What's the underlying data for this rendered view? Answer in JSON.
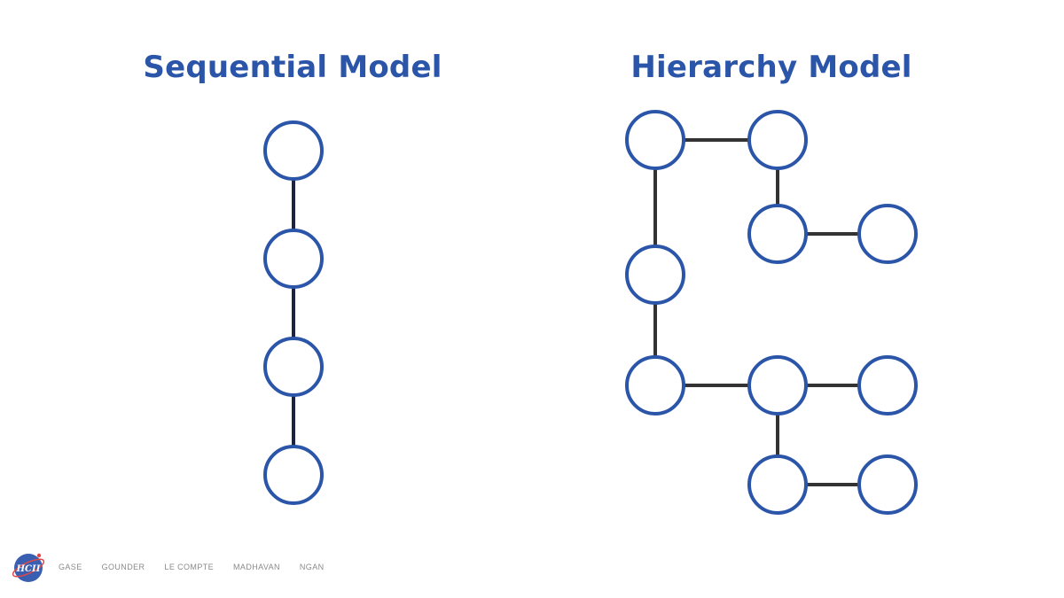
{
  "titles": {
    "sequential": "Sequential Model",
    "hierarchy": "Hierarchy Model"
  },
  "colors": {
    "title": "#2a55a8",
    "node_stroke": "#2a55a8",
    "sequential_edge": "#1b2440",
    "hierarchy_edge": "#333333"
  },
  "diagrams": {
    "sequential": {
      "nodes": [
        "s1",
        "s2",
        "s3",
        "s4"
      ],
      "edges": [
        [
          "s1",
          "s2"
        ],
        [
          "s2",
          "s3"
        ],
        [
          "s3",
          "s4"
        ]
      ]
    },
    "hierarchy": {
      "nodes": [
        "h1",
        "h2",
        "h3",
        "h4",
        "h5",
        "h6",
        "h7",
        "h8",
        "h9",
        "h10"
      ],
      "edges": [
        [
          "h1",
          "h2"
        ],
        [
          "h2",
          "h3"
        ],
        [
          "h3",
          "h4"
        ],
        [
          "h1",
          "h5"
        ],
        [
          "h5",
          "h6"
        ],
        [
          "h6",
          "h7"
        ],
        [
          "h7",
          "h8"
        ],
        [
          "h7",
          "h9"
        ],
        [
          "h9",
          "h10"
        ]
      ]
    }
  },
  "footer": {
    "logo_text": "HCII",
    "authors": [
      "GASE",
      "GOUNDER",
      "LE COMPTE",
      "MADHAVAN",
      "NGAN"
    ]
  }
}
